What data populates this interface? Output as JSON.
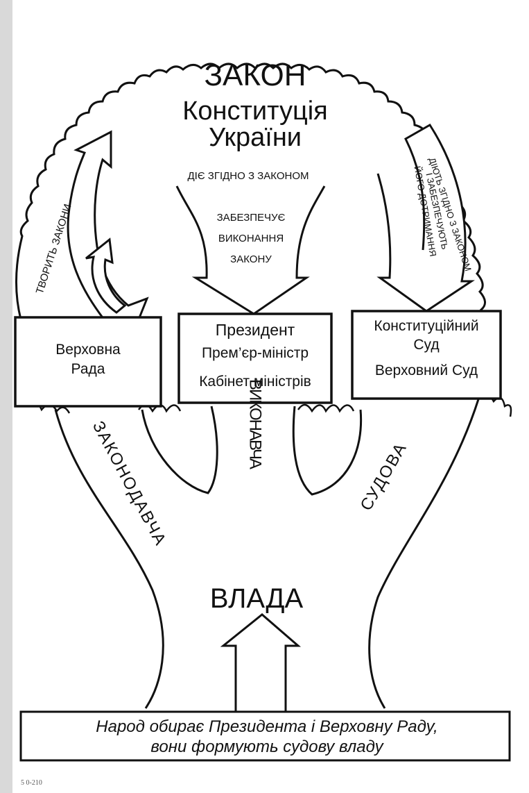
{
  "title": {
    "line1": "ЗАКОН",
    "line2": "Конституція",
    "line3": "України"
  },
  "arrows": {
    "legislative": "ТВОРИТЬ ЗАКОНИ",
    "executive_top": "ДІЄ ЗГІДНО З ЗАКОНОМ",
    "executive_mid1": "ЗАБЕЗПЕЧУЄ",
    "executive_mid2": "ВИКОНАННЯ",
    "executive_mid3": "ЗАКОНУ",
    "judicial_line1": "ДІЮТЬ ЗГІДНО З ЗАКОНОМ",
    "judicial_line2": "І ЗАБЕЗПЕЧУЮТЬ",
    "judicial_line3": "ЙОГО ДОТРИМАННЯ"
  },
  "boxes": {
    "legislative": {
      "line1": "Верховна",
      "line2": "Рада"
    },
    "executive": {
      "line1": "Президент",
      "line2": "Прем’єр-міністр",
      "line3": "Кабінет міністрів"
    },
    "judicial": {
      "line1": "Конституційний",
      "line2": "Суд",
      "line3": "Верховний Суд"
    }
  },
  "branches": {
    "legislative": "ЗАКОНОДАВЧА",
    "executive": "ВИКОНАВЧА",
    "judicial": "СУДОВА"
  },
  "trunk_label": "ВЛАДА",
  "base": {
    "line1": "Народ обирає Президента і Верховну Раду,",
    "line2": "вони формують судову владу"
  },
  "footer": "5 0-210",
  "colors": {
    "ink": "#111111",
    "paper": "#ffffff"
  }
}
